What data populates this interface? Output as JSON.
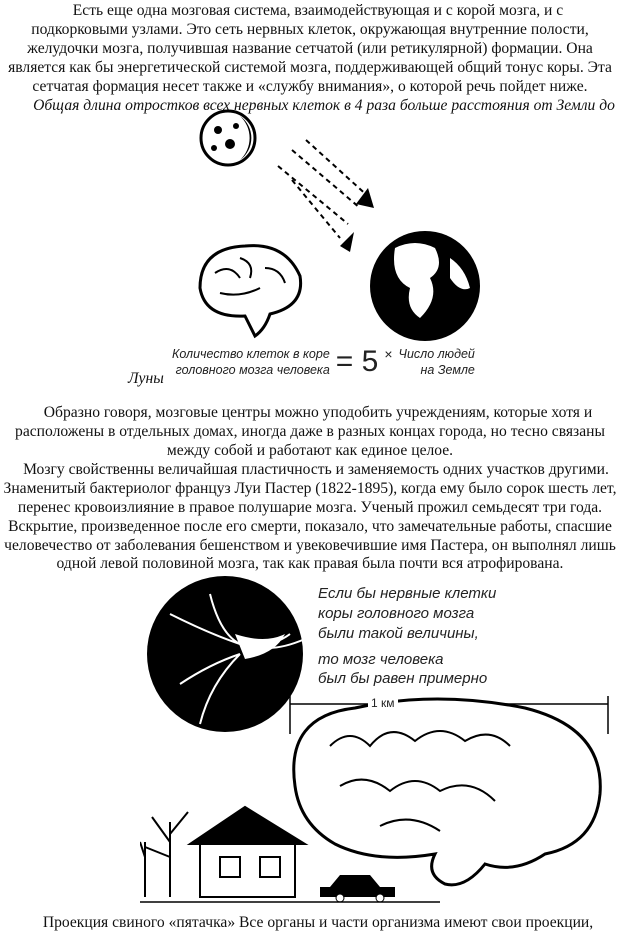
{
  "para1": [
    "Есть еще одна мозговая система, взаимодействующая и с корой мозга, и с",
    "подкорковыми узлами. Это сеть нервных клеток, окружающая внутренние полости,",
    "желудочки мозга, получившая название сетчатой (или ретикулярной) формации. Она",
    "является как бы энергетической системой мозга, поддерживающей общий тонус коры. Эта",
    "сетчатая формация несет также и «службу внимания», о которой речь пойдет ниже."
  ],
  "italic_line": "Общая длина отростков всех нервных клеток в 4 раза больше расстояния от Земли до",
  "italic_tail": "Луны",
  "figure1": {
    "left_top": "Количество клеток в коре",
    "left_bottom": "головного мозга человека",
    "equals": "= 5",
    "times": "×",
    "right_top": "Число людей",
    "right_bottom": "на Земле"
  },
  "para2": [
    "Образно говоря, мозговые центры можно уподобить учреждениям, которые хотя и",
    "расположены в отдельных домах, иногда даже в разных концах города, но тесно связаны",
    "между собой и работают как единое целое.",
    "Мозгу свойственны величайшая пластичность и заменяемость одних участков другими.",
    "Знаменитый бактериолог француз Луи Пастер (1822-1895), когда ему было сорок шесть лет,",
    "перенес кровоизлияние в правое полушарие мозга. Ученый прожил семьдесят три года.",
    "Вскрытие, произведенное после его смерти, показало, что замечательные работы, спасшие",
    "человечество от заболевания бешенством и увековечившие имя Пастера, он выполнял лишь",
    "одной левой половиной мозга, так как правая была почти вся атрофирована."
  ],
  "figure2": {
    "caption1": [
      "Если бы нервные клетки",
      "коры головного мозга",
      "были такой величины,"
    ],
    "caption2": [
      "то мозг человека",
      "был бы равен примерно"
    ],
    "scale": "1 км"
  },
  "last_line": "Проекция свиного «пятачка» Все органы и части организма имеют свои проекции,"
}
